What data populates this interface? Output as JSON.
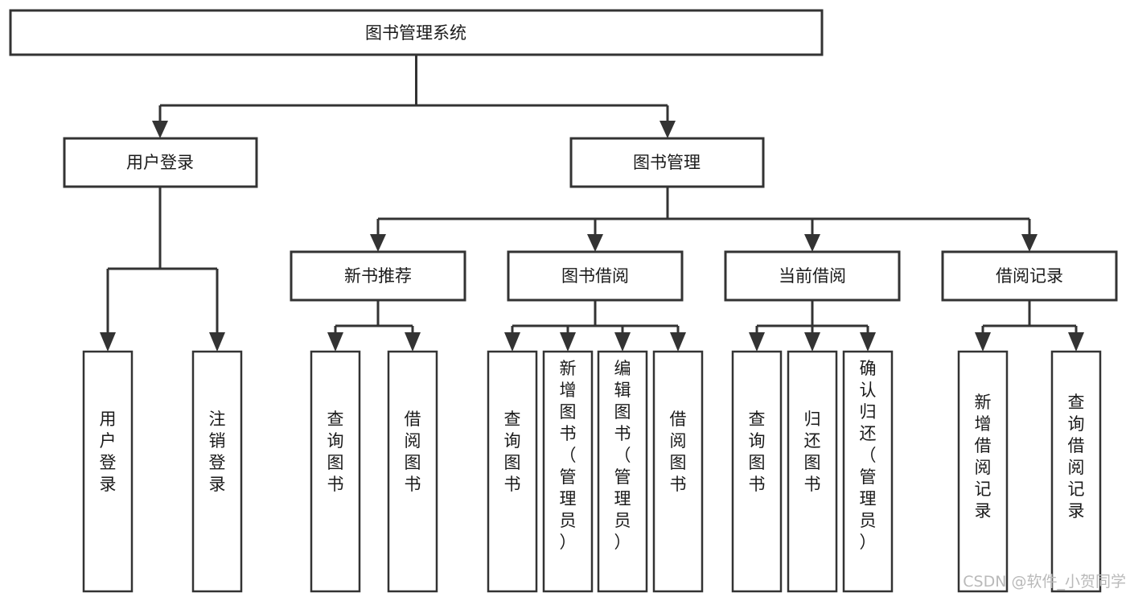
{
  "diagram": {
    "title": "图书管理系统",
    "type": "tree-hierarchy",
    "root": {
      "id": "root",
      "label": "图书管理系统"
    },
    "level2": [
      {
        "id": "user-login",
        "label": "用户登录"
      },
      {
        "id": "book-management",
        "label": "图书管理"
      }
    ],
    "level3": [
      {
        "id": "new-book-recommend",
        "label": "新书推荐",
        "parent": "book-management"
      },
      {
        "id": "book-borrow",
        "label": "图书借阅",
        "parent": "book-management"
      },
      {
        "id": "current-borrow",
        "label": "当前借阅",
        "parent": "book-management"
      },
      {
        "id": "borrow-record",
        "label": "借阅记录",
        "parent": "book-management"
      }
    ],
    "leaves": {
      "user_login": [
        {
          "id": "leaf-user-login",
          "label": "用户登录"
        },
        {
          "id": "leaf-logout",
          "label": "注销登录"
        }
      ],
      "new_book_recommend": [
        {
          "id": "leaf-query-book-1",
          "label": "查询图书"
        },
        {
          "id": "leaf-borrow-book-1",
          "label": "借阅图书"
        }
      ],
      "book_borrow": [
        {
          "id": "leaf-query-book-2",
          "label": "查询图书"
        },
        {
          "id": "leaf-add-book",
          "label": "新增图书（管理员）"
        },
        {
          "id": "leaf-edit-book",
          "label": "编辑图书（管理员）"
        },
        {
          "id": "leaf-borrow-book-2",
          "label": "借阅图书"
        }
      ],
      "current_borrow": [
        {
          "id": "leaf-query-book-3",
          "label": "查询图书"
        },
        {
          "id": "leaf-return-book",
          "label": "归还图书"
        },
        {
          "id": "leaf-confirm-return",
          "label": "确认归还（管理员）"
        }
      ],
      "borrow_record": [
        {
          "id": "leaf-add-record",
          "label": "新增借阅记录"
        },
        {
          "id": "leaf-query-record",
          "label": "查询借阅记录"
        }
      ]
    }
  },
  "watermark": {
    "text": "CSDN @软件_小贺同学"
  },
  "colors": {
    "stroke": "#333333",
    "fill": "#ffffff",
    "text": "#1a1a1a",
    "watermark": "#b9b9b9"
  }
}
